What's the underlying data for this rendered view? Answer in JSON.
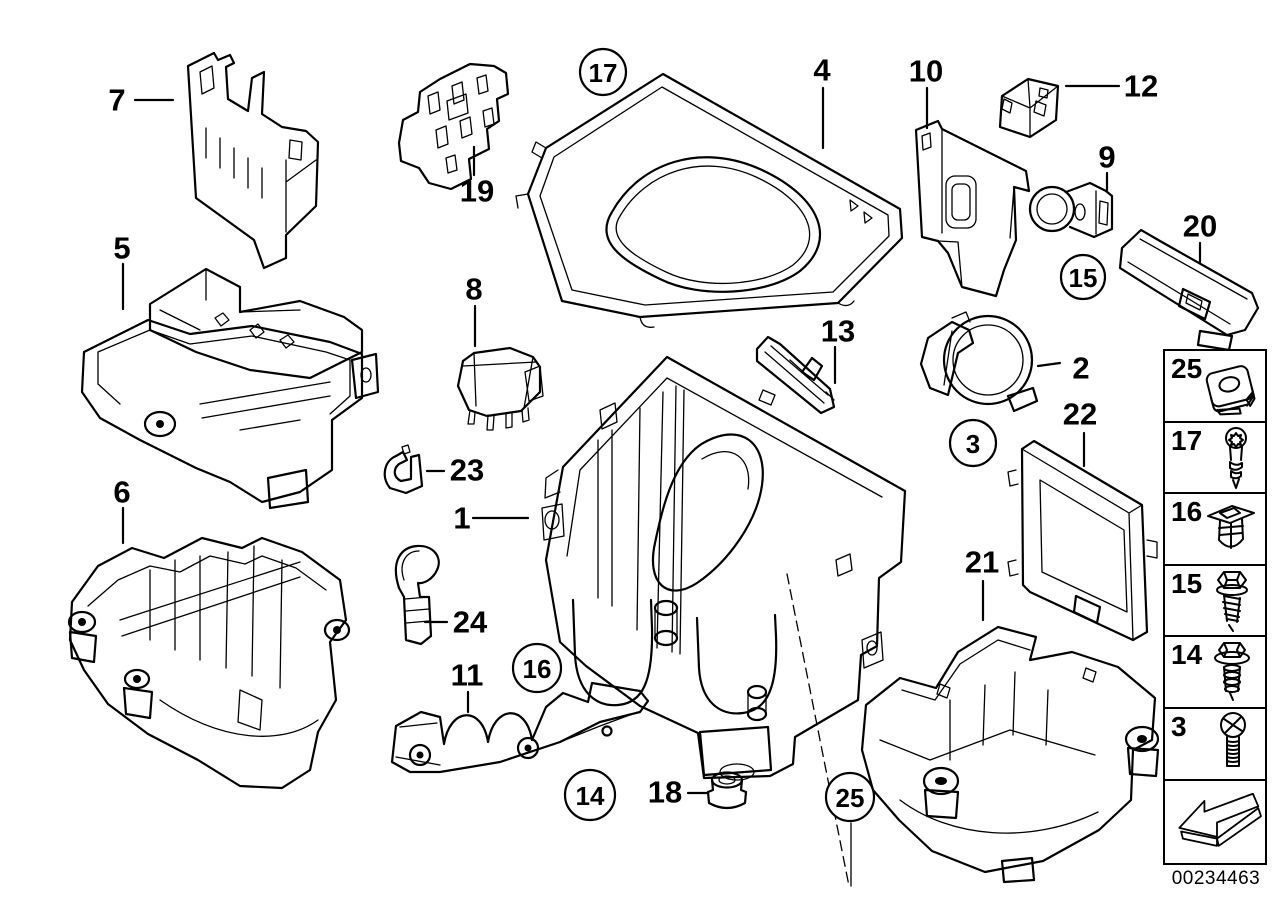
{
  "page": {
    "background": "#ffffff",
    "line_color": "#000000"
  },
  "callouts": [
    {
      "label": "7",
      "circled": false
    },
    {
      "label": "5",
      "circled": false
    },
    {
      "label": "6",
      "circled": false
    },
    {
      "label": "19",
      "circled": false
    },
    {
      "label": "8",
      "circled": false
    },
    {
      "label": "23",
      "circled": false
    },
    {
      "label": "1",
      "circled": false
    },
    {
      "label": "24",
      "circled": false
    },
    {
      "label": "11",
      "circled": false
    },
    {
      "label": "17",
      "circled": true
    },
    {
      "label": "4",
      "circled": false
    },
    {
      "label": "10",
      "circled": false
    },
    {
      "label": "12",
      "circled": false
    },
    {
      "label": "9",
      "circled": false
    },
    {
      "label": "15",
      "circled": true
    },
    {
      "label": "20",
      "circled": false
    },
    {
      "label": "13",
      "circled": false
    },
    {
      "label": "2",
      "circled": false
    },
    {
      "label": "3",
      "circled": true
    },
    {
      "label": "22",
      "circled": false
    },
    {
      "label": "21",
      "circled": false
    },
    {
      "label": "16",
      "circled": true
    },
    {
      "label": "14",
      "circled": true
    },
    {
      "label": "18",
      "circled": false
    },
    {
      "label": "25",
      "circled": true
    }
  ],
  "sidebar": {
    "items": [
      {
        "label": "25",
        "icon": "cage-nut-icon"
      },
      {
        "label": "17",
        "icon": "torx-screw-icon"
      },
      {
        "label": "16",
        "icon": "expansion-rivet-icon"
      },
      {
        "label": "15",
        "icon": "hex-head-screw-icon"
      },
      {
        "label": "14",
        "icon": "hex-flange-bolt-icon"
      },
      {
        "label": "3",
        "icon": "machine-screw-icon"
      }
    ],
    "direction_arrow_icon": "forward-direction-arrow-icon"
  },
  "footer": {
    "part_number": "00234463"
  }
}
